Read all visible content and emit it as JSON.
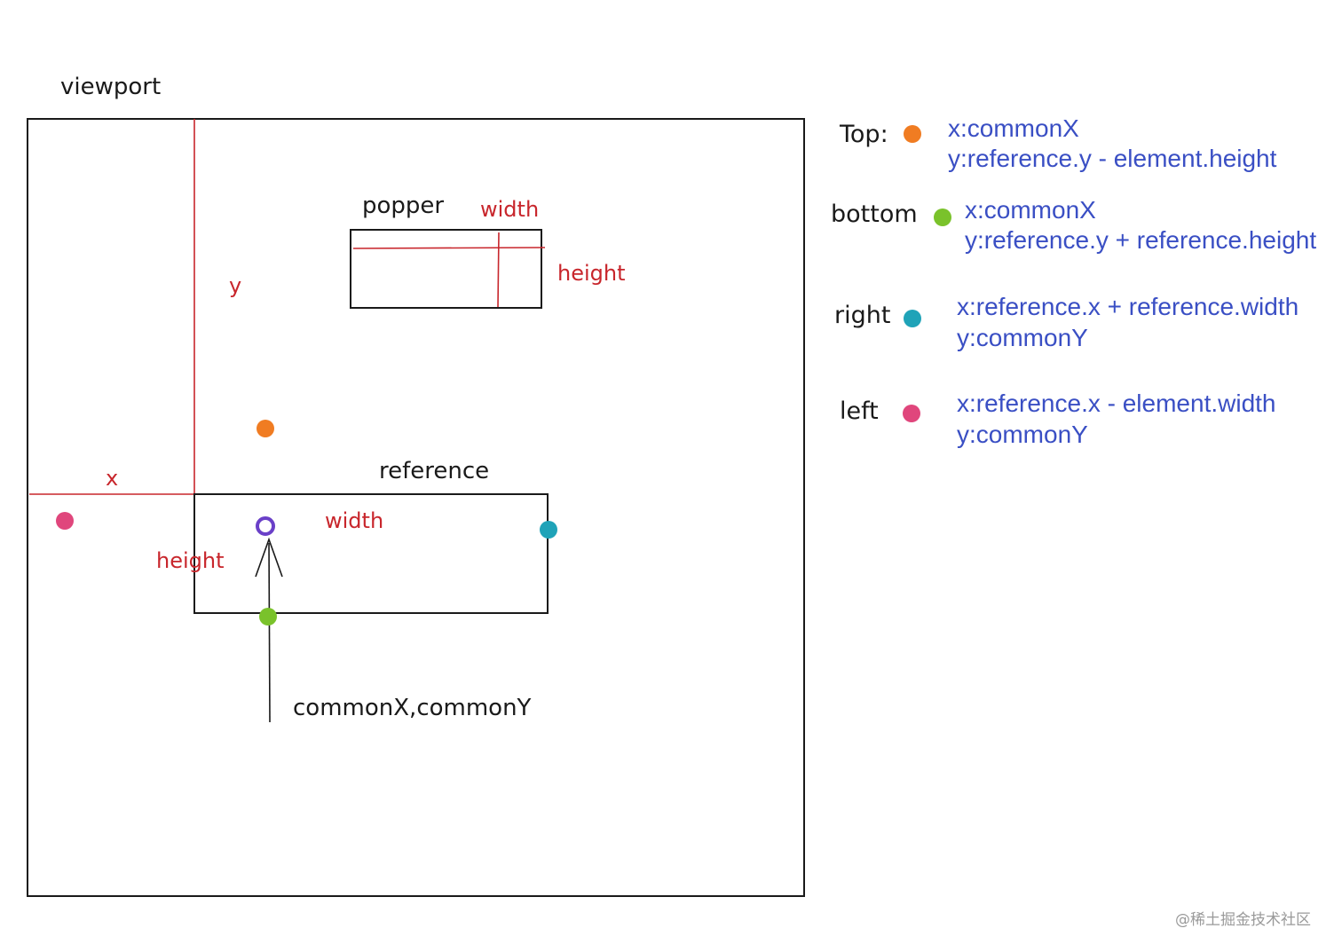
{
  "diagram": {
    "labels": {
      "viewport": "viewport",
      "popper": "popper",
      "popper_width": "width",
      "popper_height": "height",
      "y": "y",
      "x": "x",
      "reference": "reference",
      "reference_width": "width",
      "reference_height": "height",
      "common": "commonX,commonY"
    },
    "colors": {
      "outline": "#1a1a1a",
      "measure": "#c8262c",
      "legend_text": "#3a4fc4",
      "top_dot": "#f07c22",
      "bottom_dot": "#7ac22b",
      "right_dot": "#1fa3b8",
      "left_dot": "#e0467c",
      "origin_ring": "#6a40c8"
    }
  },
  "legend": [
    {
      "key": "Top:",
      "dot": "top_dot",
      "x": "x:commonX",
      "y": "y:reference.y - element.height"
    },
    {
      "key": "bottom",
      "dot": "bottom_dot",
      "x": "x:commonX",
      "y": "y:reference.y + reference.height"
    },
    {
      "key": "right",
      "dot": "right_dot",
      "x": "x:reference.x + reference.width",
      "y": "y:commonY"
    },
    {
      "key": "left",
      "dot": "left_dot",
      "x": "x:reference.x - element.width",
      "y": "y:commonY"
    }
  ],
  "watermark": "@稀土掘金技术社区"
}
